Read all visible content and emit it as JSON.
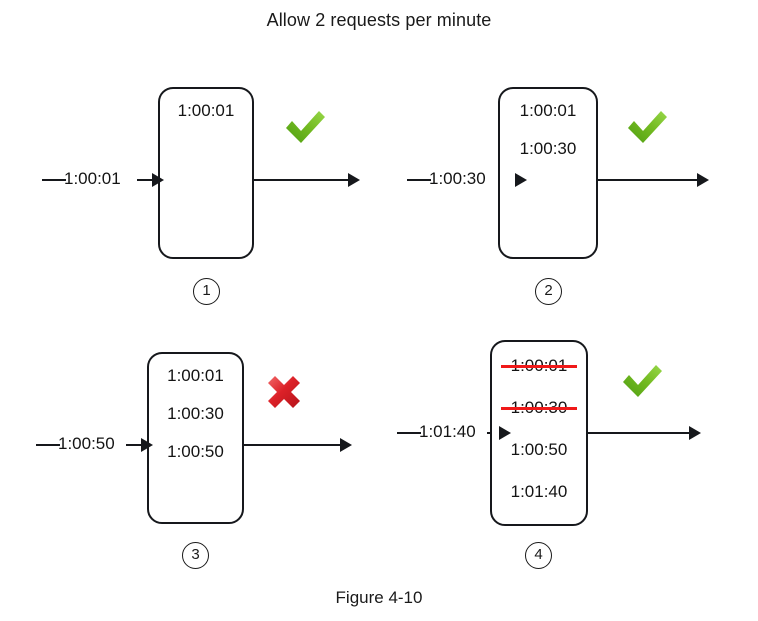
{
  "figure": {
    "title": "Allow 2 requests per minute",
    "caption": "Figure 4-10"
  },
  "colors": {
    "stroke": "#16181c",
    "text": "#141414",
    "allow_green_light": "#8ccd3c",
    "allow_green_dark": "#4f9e12",
    "deny_red_light": "#f05a5a",
    "deny_red_dark": "#cc1720",
    "strikethrough_red": "#f01919"
  },
  "panels": [
    {
      "step": "1",
      "incoming_label": "1:00:01",
      "entries": [
        {
          "time": "1:00:01",
          "expired": false
        }
      ],
      "status": "allowed",
      "status_icon": "check-icon"
    },
    {
      "step": "2",
      "incoming_label": "1:00:30",
      "entries": [
        {
          "time": "1:00:01",
          "expired": false
        },
        {
          "time": "1:00:30",
          "expired": false
        }
      ],
      "status": "allowed",
      "status_icon": "check-icon"
    },
    {
      "step": "3",
      "incoming_label": "1:00:50",
      "entries": [
        {
          "time": "1:00:01",
          "expired": false
        },
        {
          "time": "1:00:30",
          "expired": false
        },
        {
          "time": "1:00:50",
          "expired": false
        }
      ],
      "status": "denied",
      "status_icon": "cross-icon"
    },
    {
      "step": "4",
      "incoming_label": "1:01:40",
      "entries": [
        {
          "time": "1:00:01",
          "expired": true
        },
        {
          "time": "1:00:30",
          "expired": true
        },
        {
          "time": "1:00:50",
          "expired": false
        },
        {
          "time": "1:01:40",
          "expired": false
        }
      ],
      "status": "allowed",
      "status_icon": "check-icon"
    }
  ]
}
